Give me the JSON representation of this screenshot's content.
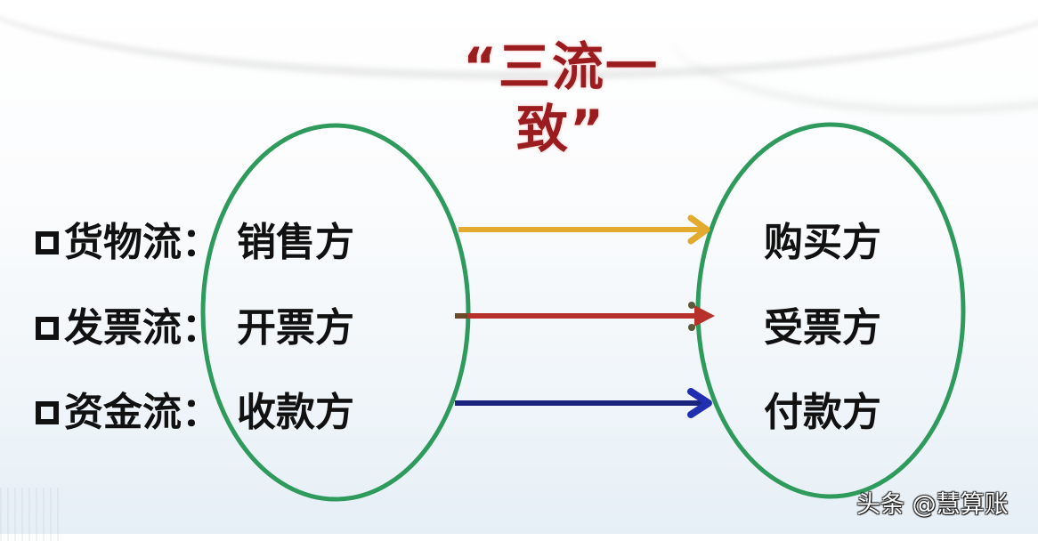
{
  "title": "“三流一致”",
  "flows": [
    {
      "label": "货物流：",
      "from": "销售方",
      "to": "购买方",
      "arrow_color": "#e2aa2e"
    },
    {
      "label": "发票流：",
      "from": "开票方",
      "to": "受票方",
      "arrow_color": "#b8302a"
    },
    {
      "label": "资金流：",
      "from": "收款方",
      "to": "付款方",
      "arrow_color": "#1a237e"
    }
  ],
  "colors": {
    "title": "#9b1c1f",
    "ellipse": "#2e9a5c",
    "text": "#111111"
  },
  "watermark": "头条 @慧算账"
}
